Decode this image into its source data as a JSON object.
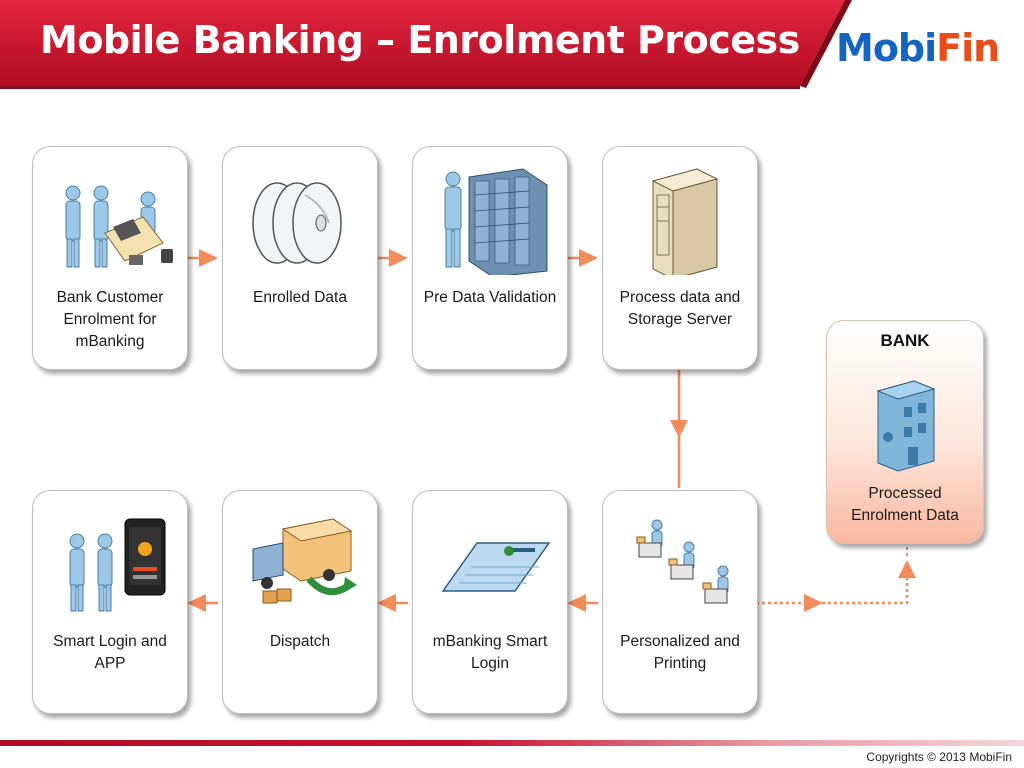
{
  "header": {
    "title": "Mobile Banking – Enrolment Process",
    "logo_part1": "Mobi",
    "logo_part2": "Fin"
  },
  "steps": {
    "top": [
      {
        "label": "Bank Customer Enrolment for mBanking",
        "icon": "customers-laptop-icon"
      },
      {
        "label": "Enrolled Data",
        "icon": "discs-icon"
      },
      {
        "label": "Pre Data Validation",
        "icon": "operator-server-rack-icon"
      },
      {
        "label": "Process data and Storage Server",
        "icon": "storage-server-icon"
      }
    ],
    "bottom": [
      {
        "label": "Smart Login and APP",
        "icon": "users-smartphone-icon"
      },
      {
        "label": "Dispatch",
        "icon": "delivery-truck-icon"
      },
      {
        "label": "mBanking Smart Login",
        "icon": "smart-card-icon"
      },
      {
        "label": "Personalized and Printing",
        "icon": "printing-operators-icon"
      }
    ]
  },
  "bank": {
    "title": "BANK",
    "label": "Processed Enrolment Data",
    "icon": "bank-building-icon"
  },
  "footer": {
    "copyright": "Copyrights © 2013 MobiFin"
  },
  "colors": {
    "header_red": "#c8102e",
    "arrow_orange": "#f28c5a",
    "logo_blue": "#1565c0",
    "logo_orange": "#e84e1b"
  }
}
